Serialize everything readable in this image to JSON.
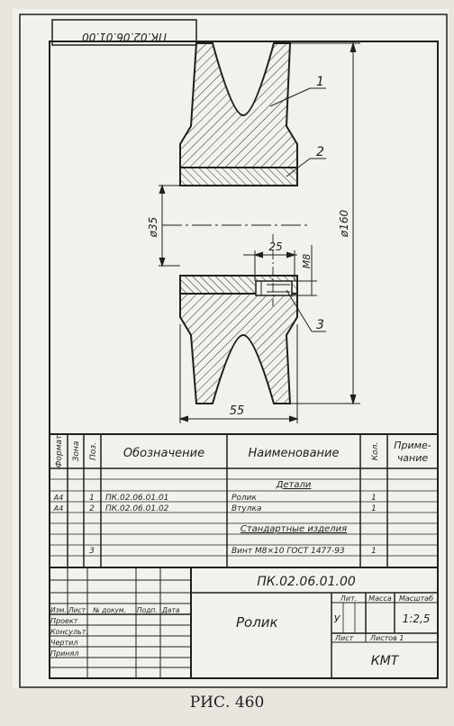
{
  "stamp_rotated": "ПК.02.06.01.00",
  "leaders": {
    "l1": "1",
    "l2": "2",
    "l3": "3"
  },
  "dims": {
    "d160": "ø160",
    "d35": "ø35",
    "d25": "25",
    "m8": "М8",
    "d55": "55"
  },
  "spec": {
    "headers": {
      "format": "Формат",
      "zone": "Зона",
      "pos": "Поз.",
      "designation": "Обозначение",
      "name": "Наименование",
      "qty": "Кол.",
      "note_1": "Приме-",
      "note_2": "чание"
    },
    "section_parts": "Детали",
    "rows": [
      {
        "format": "А4",
        "pos": "1",
        "designation": "ПК.02.06.01.01",
        "name": "Ролик",
        "qty": "1"
      },
      {
        "format": "А4",
        "pos": "2",
        "designation": "ПК.02.06.01.02",
        "name": "Втулка",
        "qty": "1"
      }
    ],
    "section_std": "Стандартные изделия",
    "std_row": {
      "pos": "3",
      "name": "Винт М8×10 ГОСТ 1477-93",
      "qty": "1"
    }
  },
  "title_block": {
    "doc_number": "ПК.02.06.01.00",
    "title": "Ролик",
    "lit_header": "Лит.",
    "mass_header": "Масса",
    "scale_header": "Масштаб",
    "lit_value": "У",
    "scale_value": "1:2,5",
    "sheet_label": "Лист",
    "sheets_label": "Листов 1",
    "org": "КМТ",
    "col_headers": {
      "izm": "Изм.",
      "list": "Лист",
      "doc": "№ докум.",
      "sign": "Подп.",
      "date": "Дата"
    },
    "roles": [
      "Проект",
      "Консульт.",
      "Чертил",
      "Принял"
    ]
  },
  "caption": "РИС. 460"
}
